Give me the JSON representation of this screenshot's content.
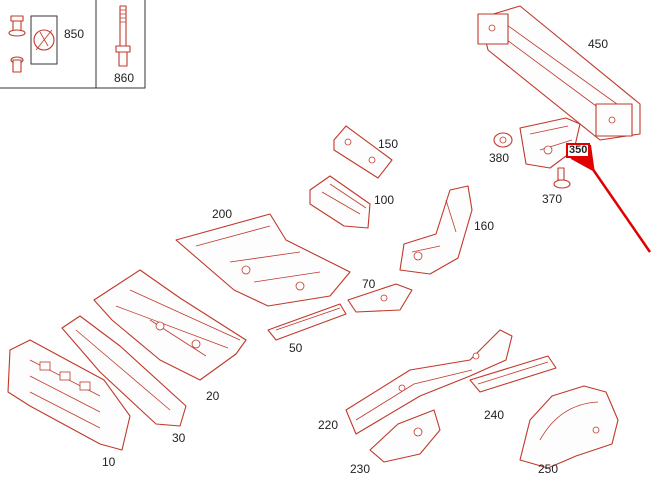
{
  "callouts": {
    "p850": "850",
    "p860": "860",
    "p450": "450",
    "p150": "150",
    "p380": "380",
    "p350": "350",
    "p370": "370",
    "p100": "100",
    "p200": "200",
    "p160": "160",
    "p70": "70",
    "p50": "50",
    "p20": "20",
    "p30": "30",
    "p10": "10",
    "p220": "220",
    "p240": "240",
    "p230": "230",
    "p250": "250"
  },
  "highlight": {
    "part": "350",
    "color": "#e00000"
  },
  "colors": {
    "part_stroke": "#c0392b",
    "frame": "#333333",
    "arrow": "#e00000"
  },
  "icons": [
    "bolt-washer-icon",
    "wrench-icon",
    "long-bolt-icon"
  ]
}
